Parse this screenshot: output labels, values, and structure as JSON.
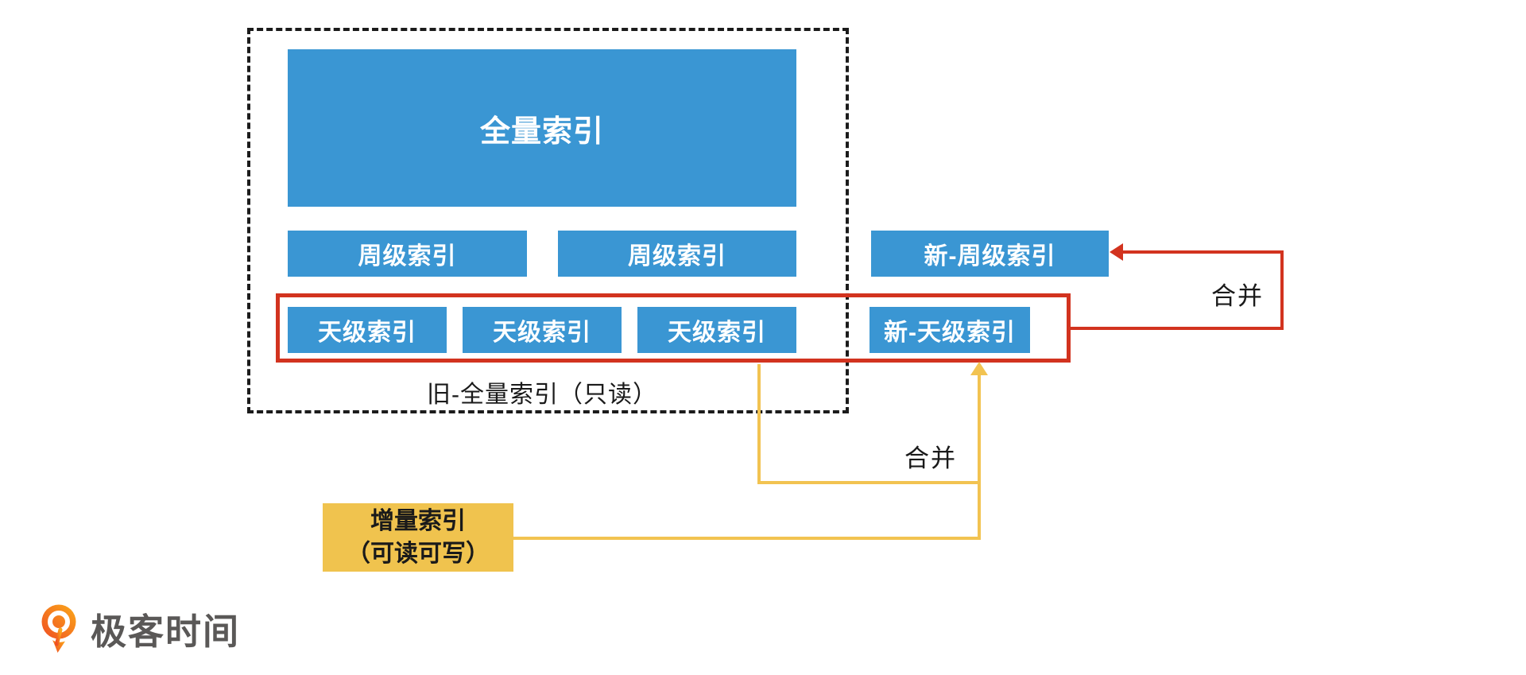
{
  "diagram": {
    "full_index": {
      "label": "全量索引"
    },
    "week_indexes": [
      {
        "label": "周级索引"
      },
      {
        "label": "周级索引"
      }
    ],
    "new_week_index": {
      "label": "新-周级索引"
    },
    "day_indexes": [
      {
        "label": "天级索引"
      },
      {
        "label": "天级索引"
      },
      {
        "label": "天级索引"
      }
    ],
    "new_day_index": {
      "label": "新-天级索引"
    },
    "old_full_index_caption": "旧-全量索引（只读）",
    "incremental_index": {
      "line1": "增量索引",
      "line2": "（可读可写）"
    },
    "merge_label_red": "合并",
    "merge_label_yellow": "合并",
    "colors": {
      "box_blue": "#3A96D3",
      "highlight_red": "#D2331F",
      "accent_yellow": "#F2C351",
      "accent_yellow_box": "#F0C34E",
      "dash_border": "#1B1B1B",
      "logo_orange": "#F4511E",
      "logo_text_gray": "#5A5857"
    }
  },
  "footer": {
    "brand": "极客时间"
  }
}
